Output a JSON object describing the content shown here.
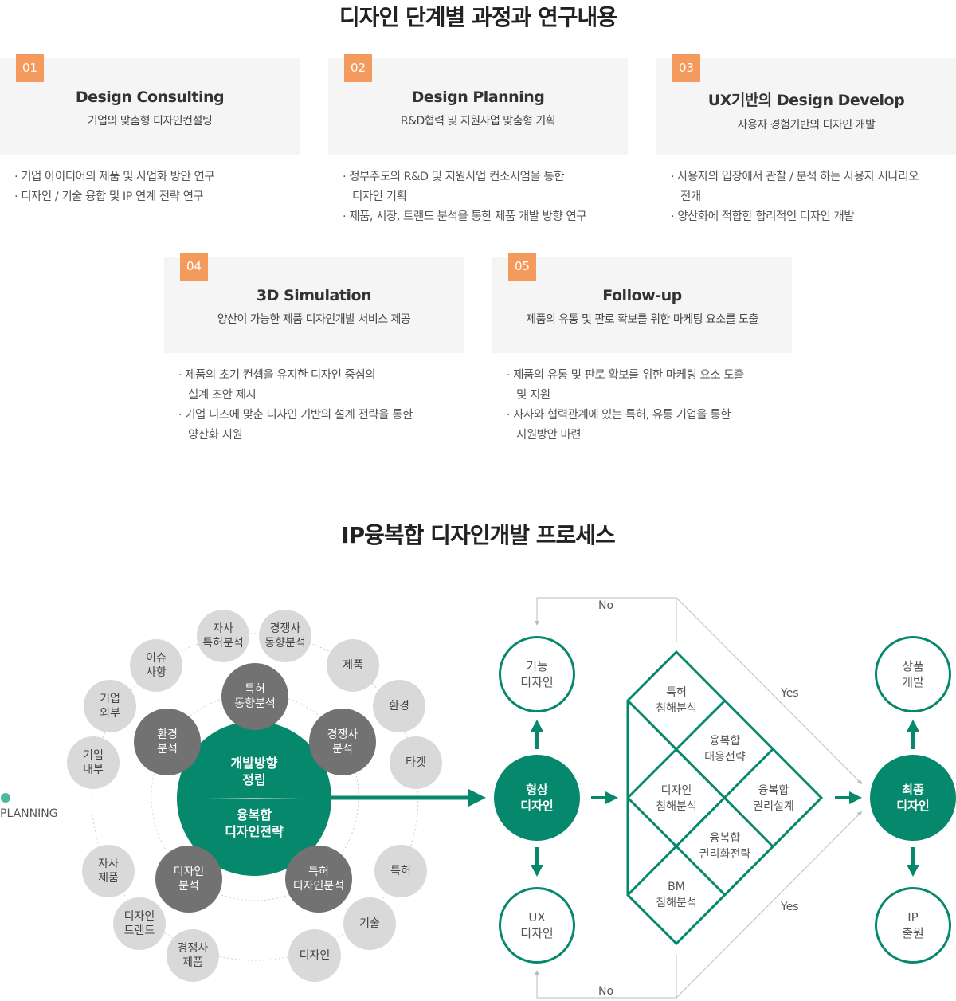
{
  "section1": {
    "title": "디자인 단계별 과정과 연구내용",
    "cards": [
      {
        "num": "01",
        "title": "Design Consulting",
        "subtitle": "기업의 맞춤형 디자인컨설팅",
        "bullets": [
          "기업 아이디어의 제품 및 사업화 방안 연구",
          "디자인 / 기술 융합 및 IP 연계 전략 연구"
        ]
      },
      {
        "num": "02",
        "title": "Design Planning",
        "subtitle": "R&D협력 및 지원사업 맞춤형 기획",
        "bullets": [
          "정부주도의 R&D 및 지원사업 컨소시엄을 통한\n디자인 기획",
          "제품, 시장, 트랜드 분석을 통한 제품 개발 방향 연구"
        ]
      },
      {
        "num": "03",
        "title": "UX기반의 Design Develop",
        "subtitle": "사용자 경험기반의 디자인 개발",
        "bullets": [
          "사용자의 입장에서 관찰 / 분석 하는 사용자 시나리오\n전개",
          "양산화에 적합한 합리적인 디자인 개발"
        ]
      },
      {
        "num": "04",
        "title": "3D Simulation",
        "subtitle": "양산이 가능한 제품 디자인개발 서비스 제공",
        "bullets": [
          "제품의 초기 컨셉을 유지한 디자인 중심의\n설계 초안 제시",
          "기업 니즈에 맞춘 디자인 기반의 설계 전략을 통한\n양산화 지원"
        ]
      },
      {
        "num": "05",
        "title": "Follow-up",
        "subtitle": "제품의 유통 및 판로 확보를 위한 마케팅 요소를 도출",
        "bullets": [
          "제품의 유통 및 판로 확보를 위한 마케팅 요소 도출\n및 지원",
          "자사와 협력관계에 있는 특허, 유통 기업을 통한\n지원방안 마련"
        ]
      }
    ]
  },
  "section2": {
    "title": "IP융복합 디자인개발 프로세스",
    "planning_label": "PLANNING",
    "center_top": "개발방향\n정립",
    "center_bottom": "융복합\n디자인전략",
    "inner_circles": [
      "특허\n동향분석",
      "경쟁사\n분석",
      "특허\n디자인분석",
      "디자인\n분석",
      "환경\n분석"
    ],
    "outer_circles": [
      "자사\n특허분석",
      "경쟁사\n동향분석",
      "제품",
      "환경",
      "타겟",
      "특허",
      "기술",
      "디자인",
      "경쟁사\n제품",
      "디자인\n트랜드",
      "자사\n제품",
      "기업\n내부",
      "기업\n외부",
      "이슈\n사항"
    ],
    "shape_design": "형상\n디자인",
    "function_design": "기능\n디자인",
    "ux_design": "UX\n디자인",
    "diamond_cells": [
      "특허\n침해분석",
      "융복합\n대응전략",
      "디자인\n침해분석",
      "융복합\n권리설계",
      "융복합\n권리화전략",
      "BM\n침해분석"
    ],
    "final_design": "최종\n디자인",
    "product_dev": "상품\n개발",
    "ip_filing": "IP\n출원",
    "no_label": "No",
    "yes_label": "Yes",
    "colors": {
      "primary": "#05886c",
      "badge": "#f39a5c",
      "inner": "#727272",
      "outer": "#d9d9d9"
    }
  }
}
